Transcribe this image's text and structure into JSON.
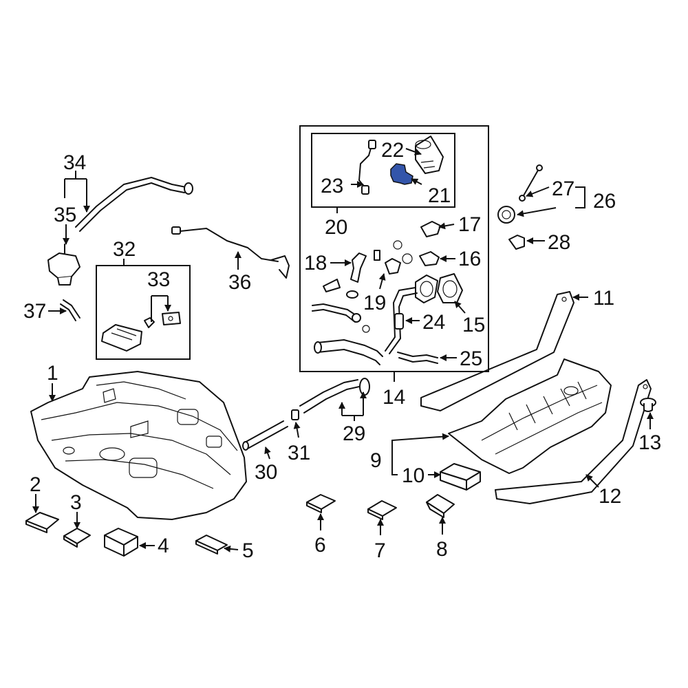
{
  "diagram": {
    "highlight_color": "#3355aa",
    "highlighted_part": "21",
    "callouts": {
      "c1": "1",
      "c2": "2",
      "c3": "3",
      "c4": "4",
      "c5": "5",
      "c6": "6",
      "c7": "7",
      "c8": "8",
      "c9": "9",
      "c10": "10",
      "c11": "11",
      "c12": "12",
      "c13": "13",
      "c14": "14",
      "c15": "15",
      "c16": "16",
      "c17": "17",
      "c18": "18",
      "c19": "19",
      "c20": "20",
      "c21": "21",
      "c22": "22",
      "c23": "23",
      "c24": "24",
      "c25": "25",
      "c26": "26",
      "c27": "27",
      "c28": "28",
      "c29": "29",
      "c30": "30",
      "c31": "31",
      "c32": "32",
      "c33": "33",
      "c34": "34",
      "c35": "35",
      "c36": "36",
      "c37": "37"
    }
  }
}
